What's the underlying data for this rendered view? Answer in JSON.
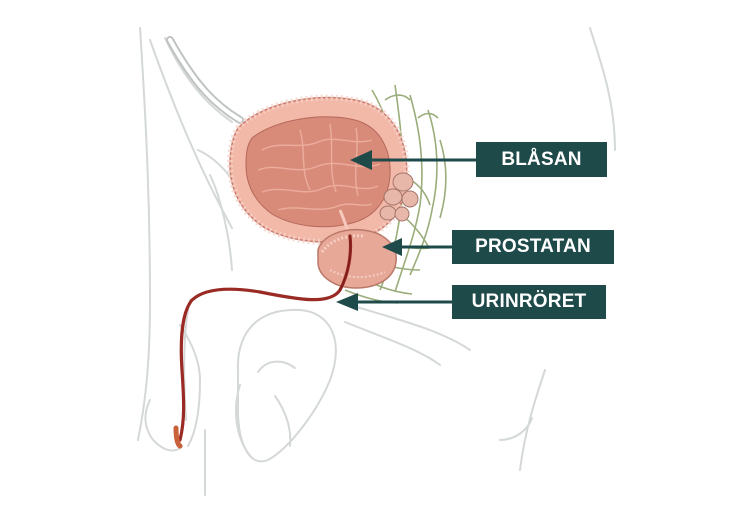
{
  "labels": {
    "bladder": "BLÅSAN",
    "prostate": "PROSTATAN",
    "urethra": "URINRÖRET"
  },
  "colors": {
    "label_background": "#1f4a4a",
    "label_text": "#ffffff",
    "outline": "#d5d8d8",
    "bladder_wall": "#f2b8a8",
    "bladder_inner": "#d98b7a",
    "prostate": "#e8a898",
    "urethra": "#9a2a24",
    "nerves": "#9aad7a"
  }
}
